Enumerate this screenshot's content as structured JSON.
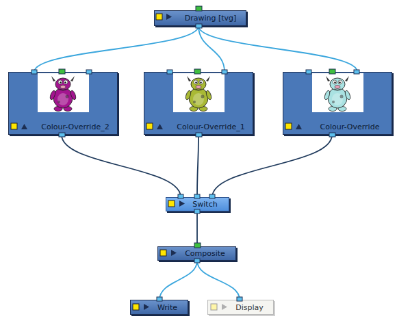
{
  "diagram": {
    "nodes": [
      {
        "text": [
          "Drawing [tvg]"
        ]
      },
      {
        "text": [
          "Colour-Override_2"
        ]
      },
      {
        "text": [
          "Colour-Override_1"
        ]
      },
      {
        "text": [
          "Colour-Override"
        ]
      },
      {
        "text": [
          "Switch"
        ]
      },
      {
        "text": [
          "Composite"
        ]
      },
      {
        "text": [
          "Write"
        ]
      },
      {
        "text": [
          "Display"
        ]
      }
    ],
    "edges": [
      {
        "from": 0,
        "to": 1,
        "arrow": "none"
      },
      {
        "from": 0,
        "to": 2,
        "arrow": "none"
      },
      {
        "from": 0,
        "to": 3,
        "arrow": "none"
      },
      {
        "from": 1,
        "to": 4,
        "arrow": "none"
      },
      {
        "from": 2,
        "to": 4,
        "arrow": "none"
      },
      {
        "from": 3,
        "to": 4,
        "arrow": "none"
      },
      {
        "from": 4,
        "to": 5,
        "arrow": "none"
      },
      {
        "from": 5,
        "to": 6,
        "arrow": "none"
      },
      {
        "from": 5,
        "to": 7,
        "arrow": "none"
      }
    ]
  }
}
